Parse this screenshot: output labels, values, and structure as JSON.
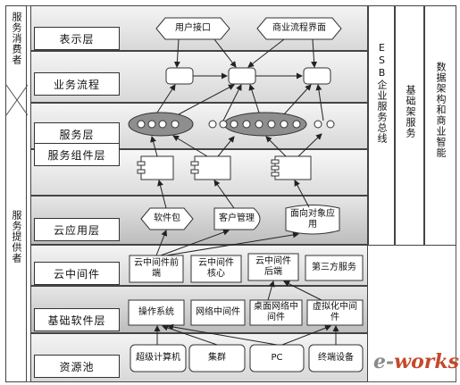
{
  "left_column": {
    "consumer": "服务消费者",
    "provider": "服务提供者"
  },
  "right_columns": {
    "esb": "ESB企业服务总线",
    "base": "基础架服务",
    "data": "数据架构和商业智能"
  },
  "layers": {
    "presentation": "表示层",
    "business_process": "业务流程",
    "service": "服务层",
    "service_component": "服务组件层",
    "cloud_app": "云应用层",
    "cloud_middleware": "云中间件",
    "base_software": "基础软件层",
    "resource_pool": "资源池"
  },
  "presentation": {
    "user_interface": "用户接口",
    "business_flow_ui": "商业流程界面"
  },
  "cloud_app": {
    "software_package": "软件包",
    "customer_mgmt": "客户管理",
    "oo_app": "面向对象应用"
  },
  "cloud_middleware": {
    "frontend": "云中间件前端",
    "core": "云中间件核心",
    "backend": "云中间件后端",
    "third_party": "第三方服务"
  },
  "base_software": {
    "os": "操作系统",
    "network_middleware": "网络中间件",
    "desktop_network_middleware": "桌面网络中间件",
    "virtualization_middleware": "虚拟化中间件"
  },
  "resource_pool": {
    "supercomputer": "超级计算机",
    "cluster": "集群",
    "pc": "PC",
    "terminal": "终端设备"
  },
  "logo": {
    "prefix": "e-",
    "suffix": "works"
  },
  "colors": {
    "band_light": "#f4f4f4",
    "band_dark": "#bdbdbd",
    "logo_accent": "#c44a2a"
  }
}
